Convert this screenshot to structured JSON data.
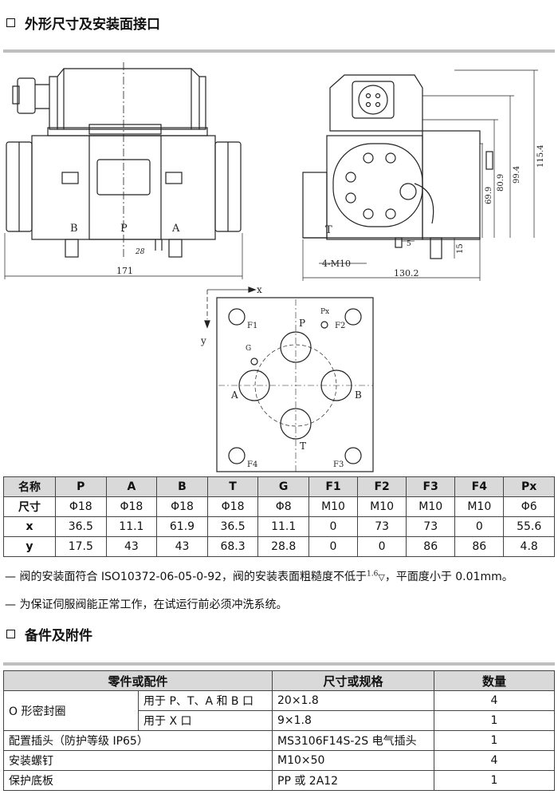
{
  "section1": {
    "title": "外形尺寸及安装面接口"
  },
  "front_view": {
    "port_labels": [
      "B",
      "P",
      "A"
    ],
    "dim_width": "171",
    "dim_small": "28"
  },
  "side_view": {
    "port_label": "T",
    "dim_width": "130.2",
    "bolt_label": "4-M10",
    "dims_vertical": [
      "115.4",
      "99.4",
      "80.9",
      "69.9",
      "15",
      "5"
    ]
  },
  "mount_face": {
    "axis_x": "x",
    "axis_y": "y",
    "holes": [
      "F1",
      "P",
      "Px",
      "F2",
      "G",
      "A",
      "B",
      "T",
      "F4",
      "F3"
    ]
  },
  "dim_table": {
    "header": [
      "名称",
      "P",
      "A",
      "B",
      "T",
      "G",
      "F1",
      "F2",
      "F3",
      "F4",
      "Px"
    ],
    "rows": [
      [
        "尺寸",
        "Φ18",
        "Φ18",
        "Φ18",
        "Φ18",
        "Φ8",
        "M10",
        "M10",
        "M10",
        "M10",
        "Φ6"
      ],
      [
        "x",
        "36.5",
        "11.1",
        "61.9",
        "36.5",
        "11.1",
        "0",
        "73",
        "73",
        "0",
        "55.6"
      ],
      [
        "y",
        "17.5",
        "43",
        "43",
        "68.3",
        "28.8",
        "0",
        "0",
        "86",
        "86",
        "4.8"
      ]
    ]
  },
  "notes": {
    "n1a": "— 阀的安装面符合 ISO10372-06-05-0-92，阀的安装表面粗糙度不低于",
    "roughness": "1.6",
    "n1b": "，平面度小于 0.01mm。",
    "n2": "— 为保证伺服阀能正常工作，在试运行前必须冲洗系统。"
  },
  "section2": {
    "title": "备件及附件"
  },
  "parts_table": {
    "header": [
      "零件或配件",
      "尺寸或规格",
      "数量"
    ],
    "oring": "O 形密封圈",
    "oring_rows": [
      {
        "use": "用于 P、T、A 和 B 口",
        "spec": "20×1.8",
        "qty": "4"
      },
      {
        "use": "用于 X 口",
        "spec": "9×1.8",
        "qty": "1"
      }
    ],
    "rows": [
      {
        "name": "配置插头（防护等级 IP65）",
        "spec": "MS3106F14S-2S 电气插头",
        "qty": "1"
      },
      {
        "name": "安装螺钉",
        "spec": "M10×50",
        "qty": "4"
      },
      {
        "name": "保护底板",
        "spec": "PP 或 2A12",
        "qty": "1"
      }
    ]
  }
}
